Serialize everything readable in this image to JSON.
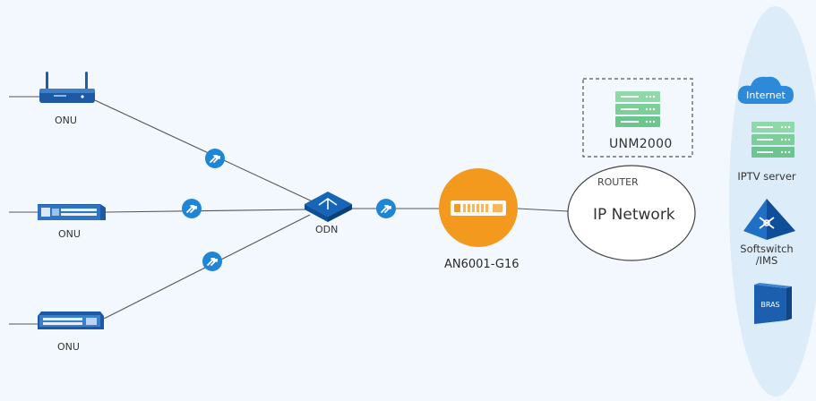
{
  "onu": {
    "label_top": "ONU",
    "label_mid": "ONU",
    "label_bottom": "ONU"
  },
  "odn": {
    "label": "ODN"
  },
  "olt": {
    "label": "AN6001-G16"
  },
  "router": {
    "label": "ROUTER",
    "network": "IP Network"
  },
  "unm": {
    "label": "UNM2000"
  },
  "services": {
    "internet": "Internet",
    "iptv": "IPTV server",
    "softswitch": "Softswitch\n/IMS",
    "bras": "BRAS"
  },
  "colors": {
    "background": "#f2f8fd",
    "services_panel": "#dcecf8",
    "olt_circle": "#f39a1e",
    "signal_badge": "#1f86d6",
    "odn_blue": "#1565b8",
    "server_green": "#7dcf9a",
    "cloud_blue": "#2c8ad8"
  }
}
